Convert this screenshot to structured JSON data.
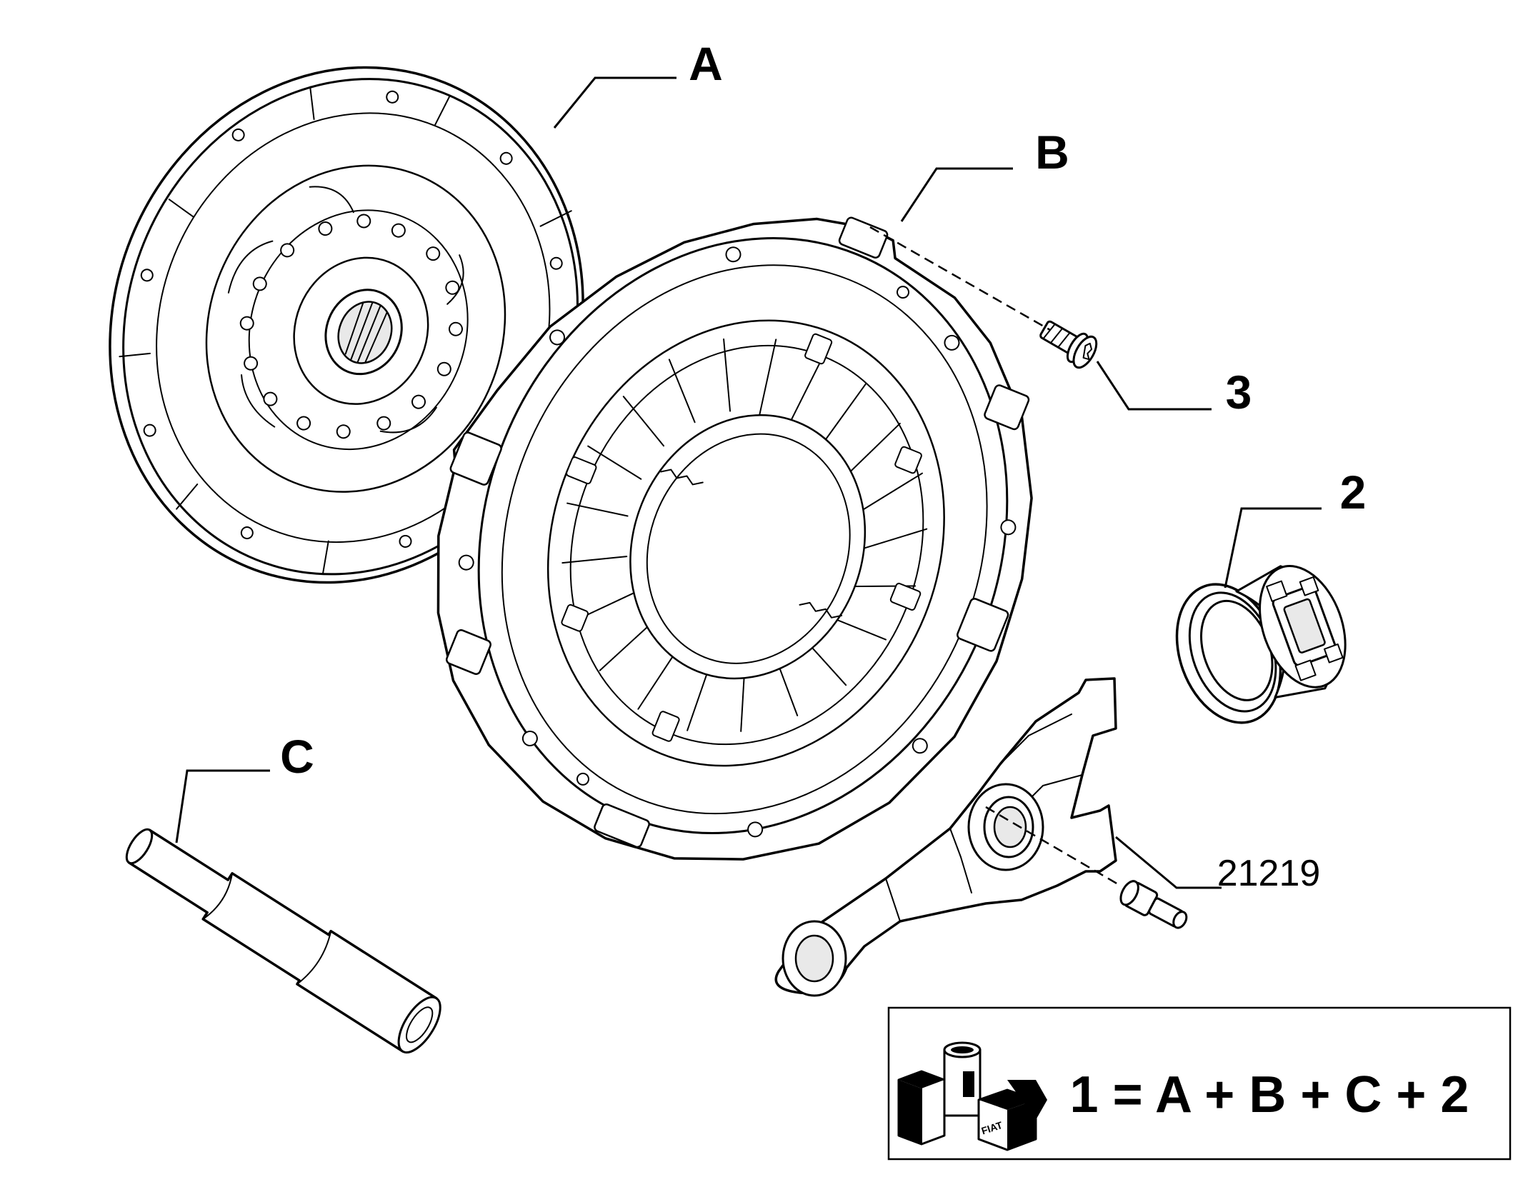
{
  "callouts": {
    "A": "A",
    "B": "B",
    "C": "C",
    "p3": "3",
    "p2": "2",
    "part_number": "21219"
  },
  "kit_formula": {
    "equation": "1 = A + B + C + 2",
    "logo_text": "FIAT"
  }
}
